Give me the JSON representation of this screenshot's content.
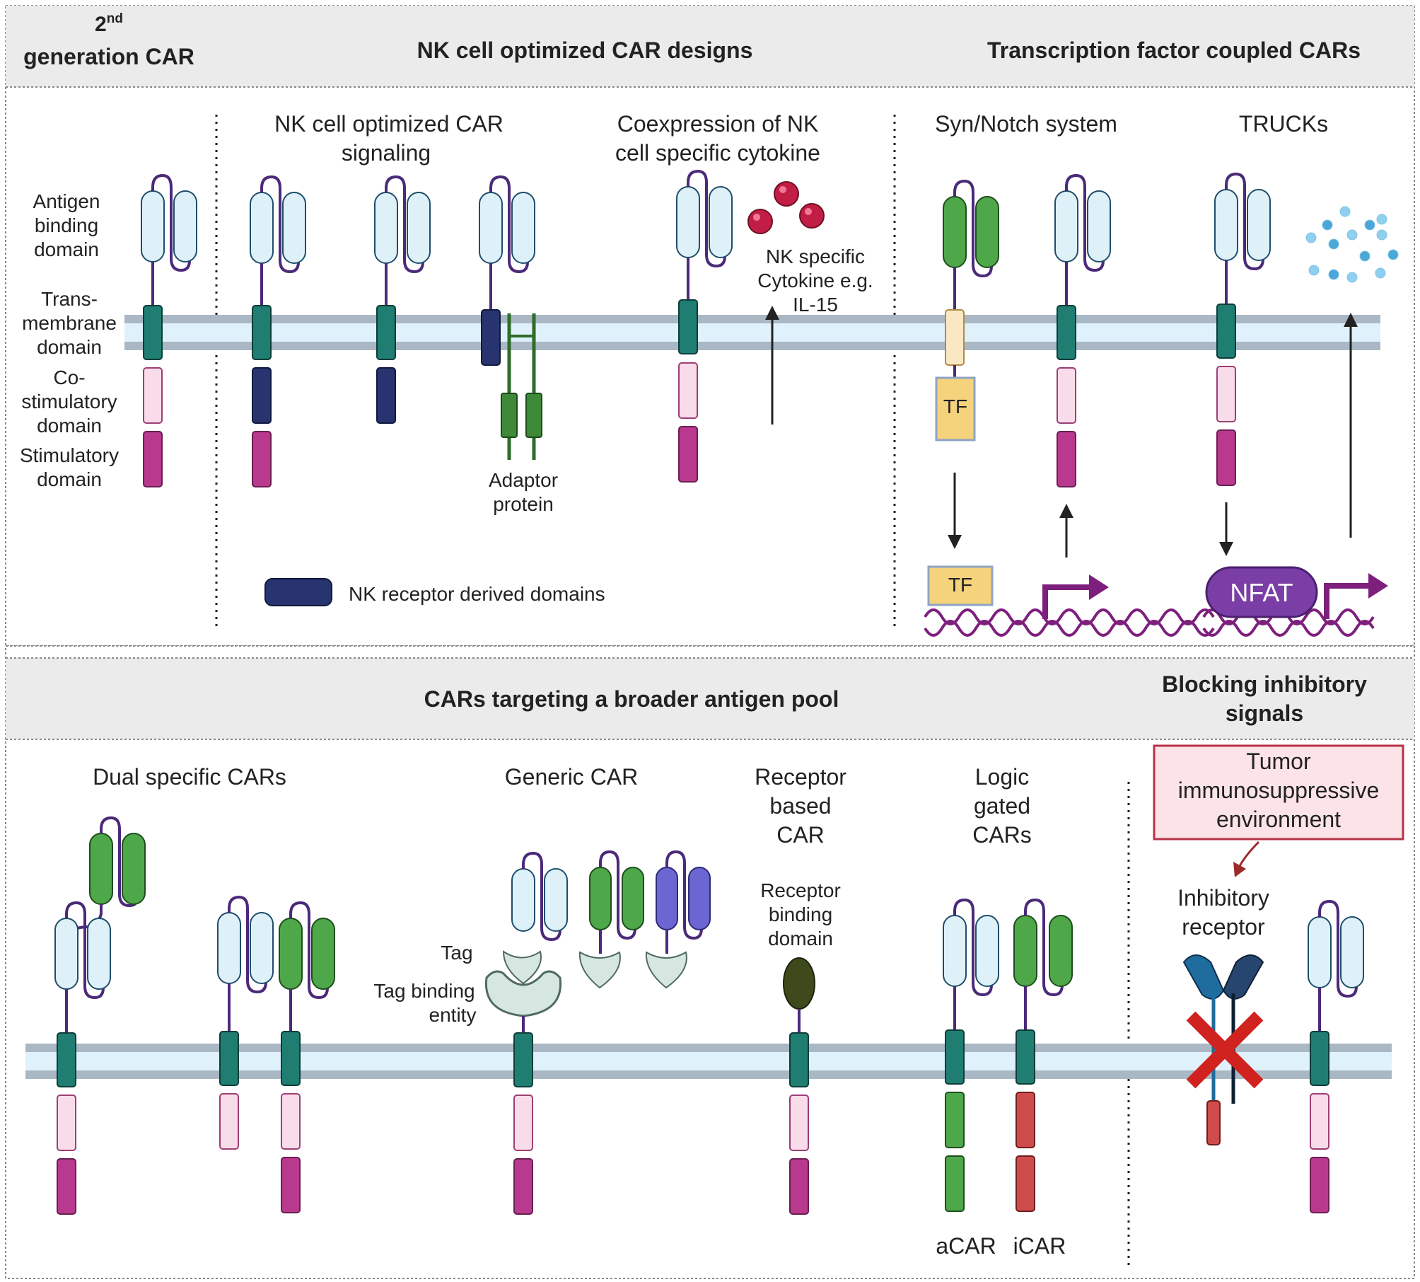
{
  "colors": {
    "header_bg": "#ebebeb",
    "membrane_dark": "#a9b8c4",
    "membrane_light": "#dff1fa",
    "scfv_light_blue": "#dff1f8",
    "linker_purple": "#4b2a7a",
    "transmembrane_teal": "#1f7d72",
    "costim_pink": "#f9dcea",
    "stim_magenta": "#b8398e",
    "nk_receptor_navy": "#27346f",
    "adaptor_green": "#2f6b2a",
    "tf_yellow": "#f5d27c",
    "nfat_purple": "#7a3ea6",
    "dna_purple": "#7e1f7e",
    "cytokine_red": "#c21e45",
    "dots_blue": "#4aa7d8",
    "green_scfv": "#4ea84a",
    "violet_scfv": "#6b66d1",
    "icar_red": "#cf4c4c",
    "inhibitory_dark": "#27466f",
    "inhibitory_blue": "#1f6c9e",
    "cross_red": "#d0221f",
    "tumor_box_fill": "#fbe3e8",
    "tumor_box_border": "#b83147"
  },
  "top_panel": {
    "header_gen_line1": "2",
    "header_gen_sup": "nd",
    "header_gen_line2": "generation CAR",
    "header_nk": "NK cell optimized CAR designs",
    "header_tf": "Transcription factor coupled CARs",
    "domain_labels": {
      "antigen_1": "Antigen",
      "antigen_2": "binding",
      "antigen_3": "domain",
      "tm_1": "Trans-",
      "tm_2": "membrane",
      "tm_3": "domain",
      "costim_1": "Co-",
      "costim_2": "stimulatory",
      "costim_3": "domain",
      "stim_1": "Stimulatory",
      "stim_2": "domain"
    },
    "nk_signaling_title_1": "NK cell optimized CAR",
    "nk_signaling_title_2": "signaling",
    "adaptor_1": "Adaptor",
    "adaptor_2": "protein",
    "cytokine_title_1": "Coexpression of NK",
    "cytokine_title_2": "cell specific cytokine",
    "cytokine_label_1": "NK specific",
    "cytokine_label_2": "Cytokine e.g.",
    "cytokine_label_3": "IL-15",
    "legend_nk_receptor": "NK receptor derived domains",
    "synnotch_title": "Syn/Notch system",
    "trucks_title": "TRUCKs",
    "tf_label": "TF",
    "nfat_label": "NFAT"
  },
  "bottom_panel": {
    "header_antigen_pool": "CARs targeting a broader antigen pool",
    "header_blocking_1": "Blocking inhibitory",
    "header_blocking_2": "signals",
    "dual_title": "Dual specific CARs",
    "generic_title": "Generic CAR",
    "tag_label": "Tag",
    "tag_binding_1": "Tag binding",
    "tag_binding_2": "entity",
    "receptor_title_1": "Receptor",
    "receptor_title_2": "based",
    "receptor_title_3": "CAR",
    "receptor_binding_1": "Receptor",
    "receptor_binding_2": "binding",
    "receptor_binding_3": "domain",
    "logic_title_1": "Logic",
    "logic_title_2": "gated",
    "logic_title_3": "CARs",
    "acar_label": "aCAR",
    "icar_label": "iCAR",
    "tumor_box_1": "Tumor",
    "tumor_box_2": "immunosuppressive",
    "tumor_box_3": "environment",
    "inhibitory_1": "Inhibitory",
    "inhibitory_2": "receptor"
  }
}
